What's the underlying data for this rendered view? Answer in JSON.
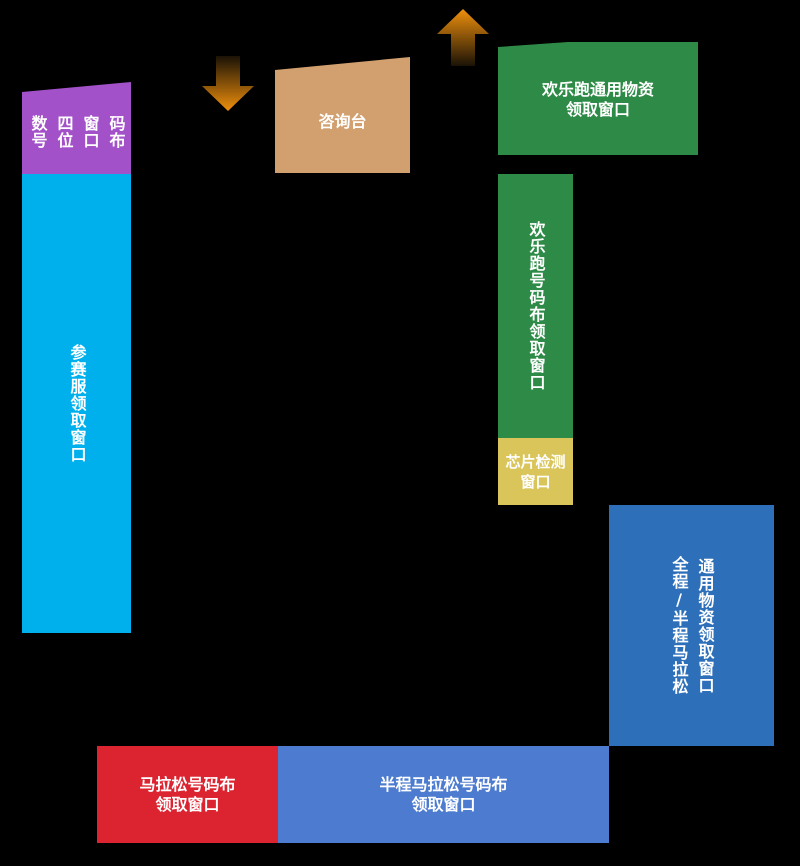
{
  "colors": {
    "background": "#000000",
    "purple": "#a351c8",
    "cyan": "#00b0ec",
    "tan": "#d2a06f",
    "green": "#2e8b47",
    "yellow": "#d9c55a",
    "steel_blue": "#2e6fba",
    "red": "#dc2330",
    "periwinkle": "#4c7bd0",
    "arrow": "#e8890a"
  },
  "icons": {
    "entrance_arrow": "down-arrow-icon",
    "exit_arrow": "up-arrow-icon"
  },
  "zones": {
    "four_digit_bib": {
      "line1": "码布",
      "line2": "窗口",
      "line3": "四位",
      "line4": "数号"
    },
    "kit_pickup": {
      "label": "参赛服领取窗口"
    },
    "info_desk": {
      "label": "咨询台"
    },
    "fun_run_supplies": {
      "line1": "欢乐跑通用物资",
      "line2": "领取窗口"
    },
    "fun_run_bib": {
      "label": "欢乐跑号码布领取窗口"
    },
    "chip_check": {
      "line1": "芯片检测",
      "line2": "窗口"
    },
    "full_half_supplies": {
      "col1": "全程/半程马拉松",
      "col2": "通用物资领取窗口"
    },
    "marathon_bib": {
      "line1": "马拉松号码布",
      "line2": "领取窗口"
    },
    "half_marathon_bib": {
      "line1": "半程马拉松号码布",
      "line2": "领取窗口"
    }
  }
}
